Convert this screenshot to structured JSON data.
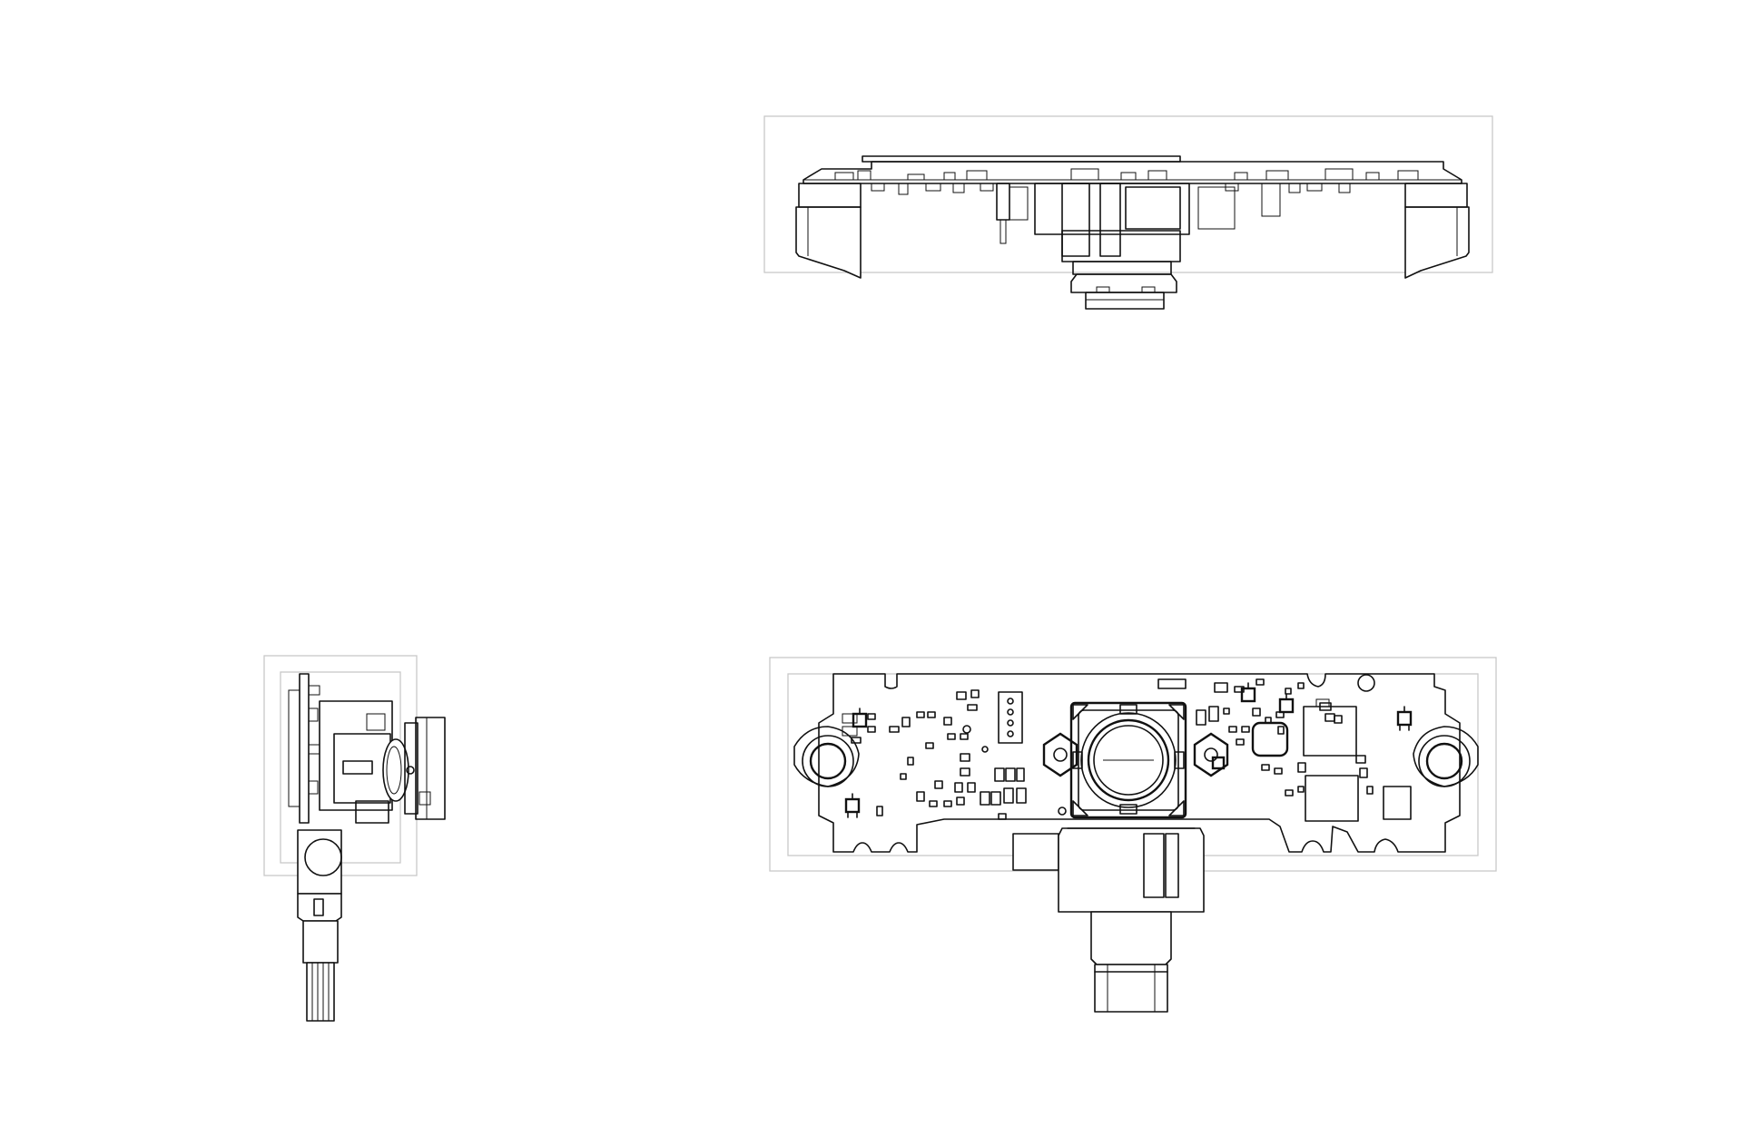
{
  "drawing": {
    "views": [
      {
        "id": "front-elevation",
        "label": ""
      },
      {
        "id": "side-elevation",
        "label": ""
      },
      {
        "id": "top-plan",
        "label": ""
      }
    ]
  },
  "colors": {
    "line": "#111111",
    "frame": "#c8c8c8",
    "background": "#ffffff"
  }
}
